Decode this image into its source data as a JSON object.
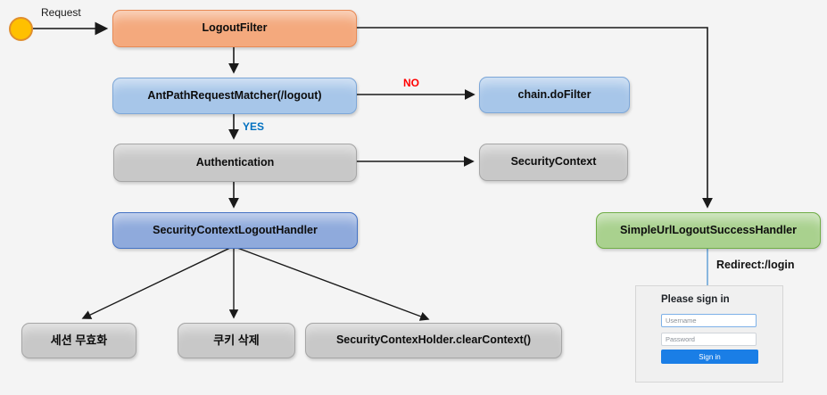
{
  "colors": {
    "background": "#f4f4f4",
    "orange_fill": "#f4a97d",
    "orange_border": "#e88a55",
    "blue_fill": "#a7c6e9",
    "blue_border": "#7da7d8",
    "gray_fill": "#c8c8c8",
    "gray_border": "#a6a6a6",
    "periwinkle_fill": "#8faadc",
    "periwinkle_border": "#4472c4",
    "green_fill": "#a9d18e",
    "green_border": "#70ad47",
    "yellow_fill": "#ffc000",
    "yellow_border": "#e08e2d",
    "no_label": "#ff0000",
    "yes_label": "#0070c0",
    "signin_button": "#1a7ee6",
    "connector_blue": "#5b9bd5"
  },
  "start": {
    "label": "Request"
  },
  "nodes": {
    "logout_filter": {
      "label": "LogoutFilter"
    },
    "ant_path_request_matcher": {
      "label": "AntPathRequestMatcher(/logout)"
    },
    "chain_do_filter": {
      "label": "chain.doFilter"
    },
    "authentication": {
      "label": "Authentication"
    },
    "security_context": {
      "label": "SecurityContext"
    },
    "security_context_logout_handler": {
      "label": "SecurityContextLogoutHandler"
    },
    "simple_url_logout_success_handler": {
      "label": "SimpleUrlLogoutSuccessHandler"
    },
    "session_invalidate": {
      "label": "세션 무효화"
    },
    "cookie_delete": {
      "label": "쿠키 삭제"
    },
    "clear_context": {
      "label": "SecurityContexHolder.clearContext()"
    }
  },
  "edge_labels": {
    "no": "NO",
    "yes": "YES",
    "redirect": "Redirect:/login"
  },
  "login_form": {
    "heading": "Please sign in",
    "username_placeholder": "Username",
    "password_placeholder": "Password",
    "signin_label": "Sign in"
  }
}
